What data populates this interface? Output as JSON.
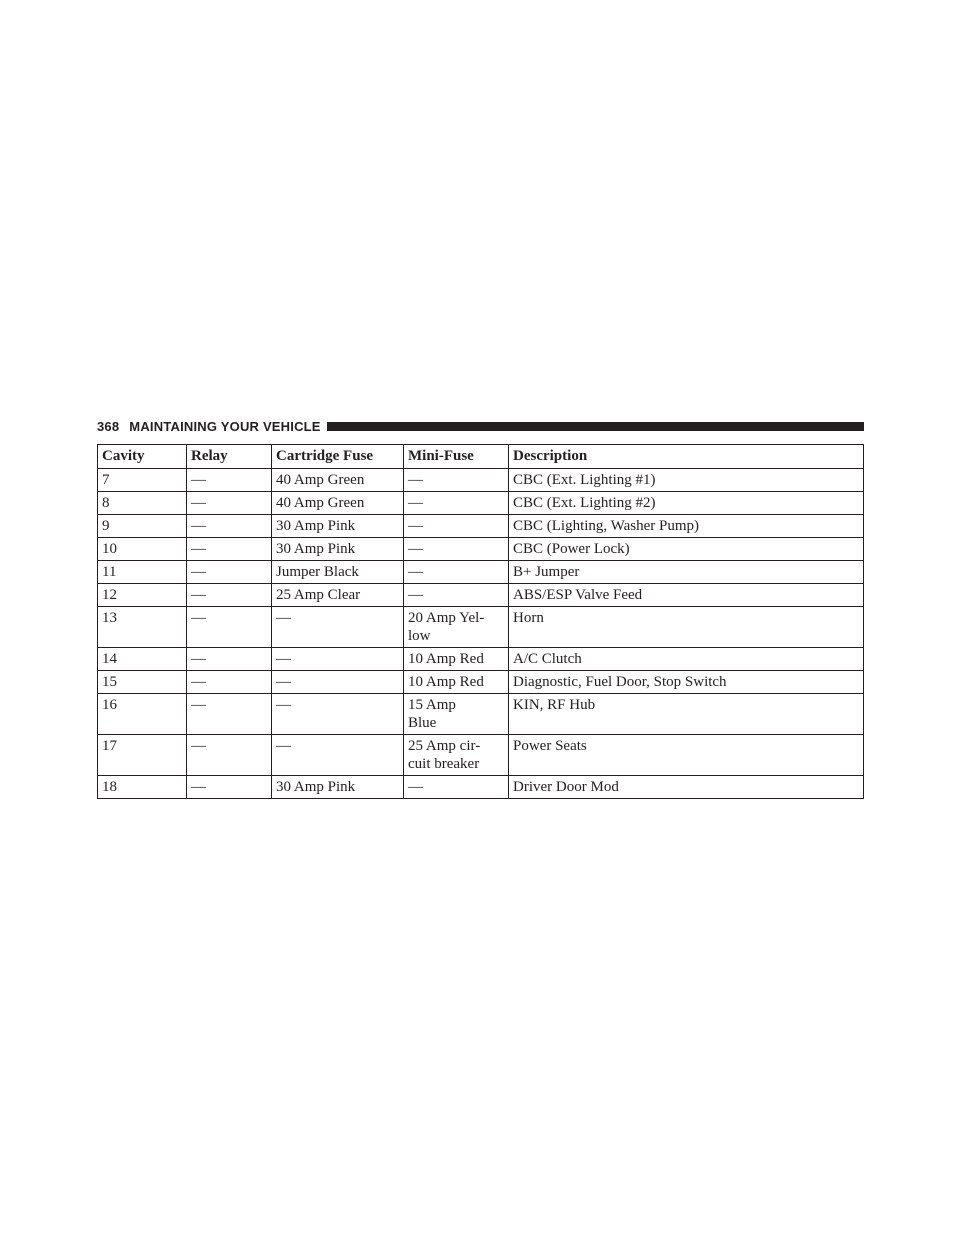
{
  "header": {
    "page_number": "368",
    "section_title": "MAINTAINING YOUR VEHICLE"
  },
  "table": {
    "columns": [
      "Cavity",
      "Relay",
      "Cartridge Fuse",
      "Mini-Fuse",
      "Description"
    ],
    "rows": [
      [
        "7",
        "—",
        "40 Amp Green",
        "—",
        "CBC (Ext. Lighting #1)"
      ],
      [
        "8",
        "—",
        "40 Amp Green",
        "—",
        "CBC (Ext. Lighting #2)"
      ],
      [
        "9",
        "—",
        "30 Amp Pink",
        "—",
        "CBC (Lighting, Washer Pump)"
      ],
      [
        "10",
        "—",
        "30 Amp Pink",
        "—",
        "CBC (Power Lock)"
      ],
      [
        "11",
        "—",
        "Jumper Black",
        "—",
        "B+ Jumper"
      ],
      [
        "12",
        "—",
        "25 Amp Clear",
        "—",
        "ABS/ESP Valve Feed"
      ],
      [
        "13",
        "—",
        "—",
        "20 Amp Yel-\nlow",
        "Horn"
      ],
      [
        "14",
        "—",
        "—",
        "10 Amp Red",
        "A/C Clutch"
      ],
      [
        "15",
        "—",
        "—",
        "10 Amp Red",
        "Diagnostic, Fuel Door, Stop Switch"
      ],
      [
        "16",
        "—",
        "—",
        "15 Amp\nBlue",
        "KIN, RF Hub"
      ],
      [
        "17",
        "—",
        "—",
        "25 Amp cir-\ncuit breaker",
        "Power Seats"
      ],
      [
        "18",
        "—",
        "30 Amp Pink",
        "—",
        "Driver Door Mod"
      ]
    ]
  }
}
